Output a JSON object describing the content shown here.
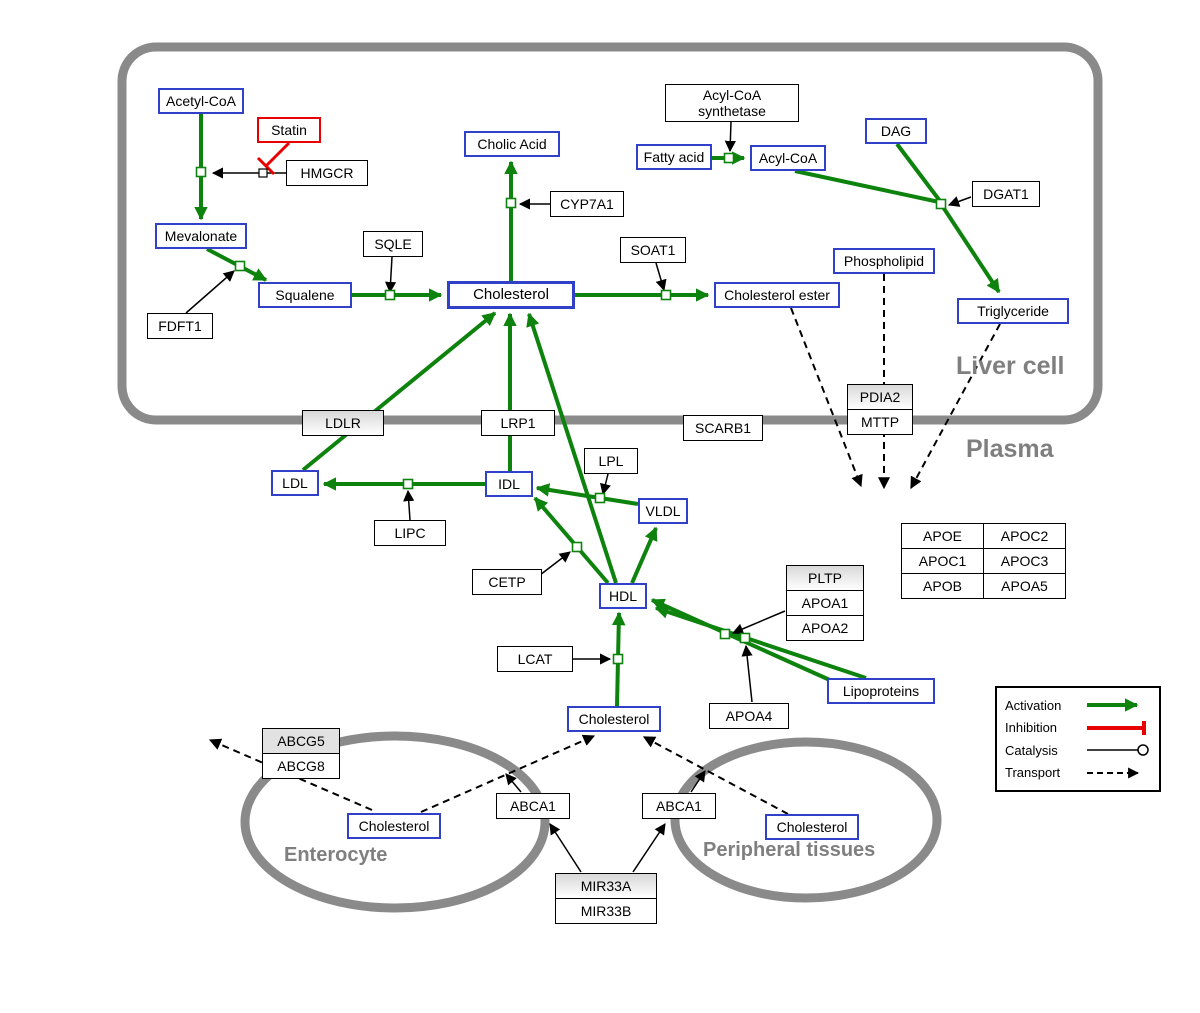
{
  "regions": {
    "liver_cell": "Liver cell",
    "plasma": "Plasma",
    "enterocyte": "Enterocyte",
    "peripheral_tissues": "Peripheral tissues"
  },
  "metabolites": {
    "acetyl_coa": "Acetyl-CoA",
    "mevalonate": "Mevalonate",
    "squalene": "Squalene",
    "cholic_acid": "Cholic Acid",
    "cholesterol_liver": "Cholesterol",
    "fatty_acid": "Fatty acid",
    "acyl_coa": "Acyl-CoA",
    "dag": "DAG",
    "phospholipid": "Phospholipid",
    "cholesterol_ester": "Cholesterol ester",
    "triglyceride": "Triglyceride",
    "ldl": "LDL",
    "idl": "IDL",
    "vldl": "VLDL",
    "hdl": "HDL",
    "lipoproteins": "Lipoproteins",
    "cholesterol_plasma": "Cholesterol",
    "cholesterol_enterocyte": "Cholesterol",
    "cholesterol_peripheral": "Cholesterol"
  },
  "drugs": {
    "statin": "Statin"
  },
  "proteins": {
    "hmgcr": "HMGCR",
    "sqle": "SQLE",
    "fdft1": "FDFT1",
    "cyp7a1": "CYP7A1",
    "acyl_coa_synthetase": "Acyl-CoA synthetase",
    "soat1": "SOAT1",
    "dgat1": "DGAT1",
    "pdia2": "PDIA2",
    "mttp": "MTTP",
    "ldlr": "LDLR",
    "lrp1": "LRP1",
    "scarb1": "SCARB1",
    "lpl": "LPL",
    "lipc": "LIPC",
    "cetp": "CETP",
    "lcat": "LCAT",
    "pltp": "PLTP",
    "apoa1": "APOA1",
    "apoa2": "APOA2",
    "apoa4": "APOA4",
    "abcg5": "ABCG5",
    "abcg8": "ABCG8",
    "abca1_left": "ABCA1",
    "abca1_right": "ABCA1",
    "mir33a": "MIR33A",
    "mir33b": "MIR33B"
  },
  "apo_table": {
    "rows": [
      [
        "APOE",
        "APOC2"
      ],
      [
        "APOC1",
        "APOC3"
      ],
      [
        "APOB",
        "APOA5"
      ]
    ]
  },
  "legend": {
    "activation": "Activation",
    "inhibition": "Inhibition",
    "catalysis": "Catalysis",
    "transport": "Transport"
  },
  "colors": {
    "green": "#0d830d",
    "red": "#e80000",
    "metabolite_blue": "#3040c8",
    "membrane": "#8a8a8a",
    "region_text": "#7f7f7f"
  }
}
